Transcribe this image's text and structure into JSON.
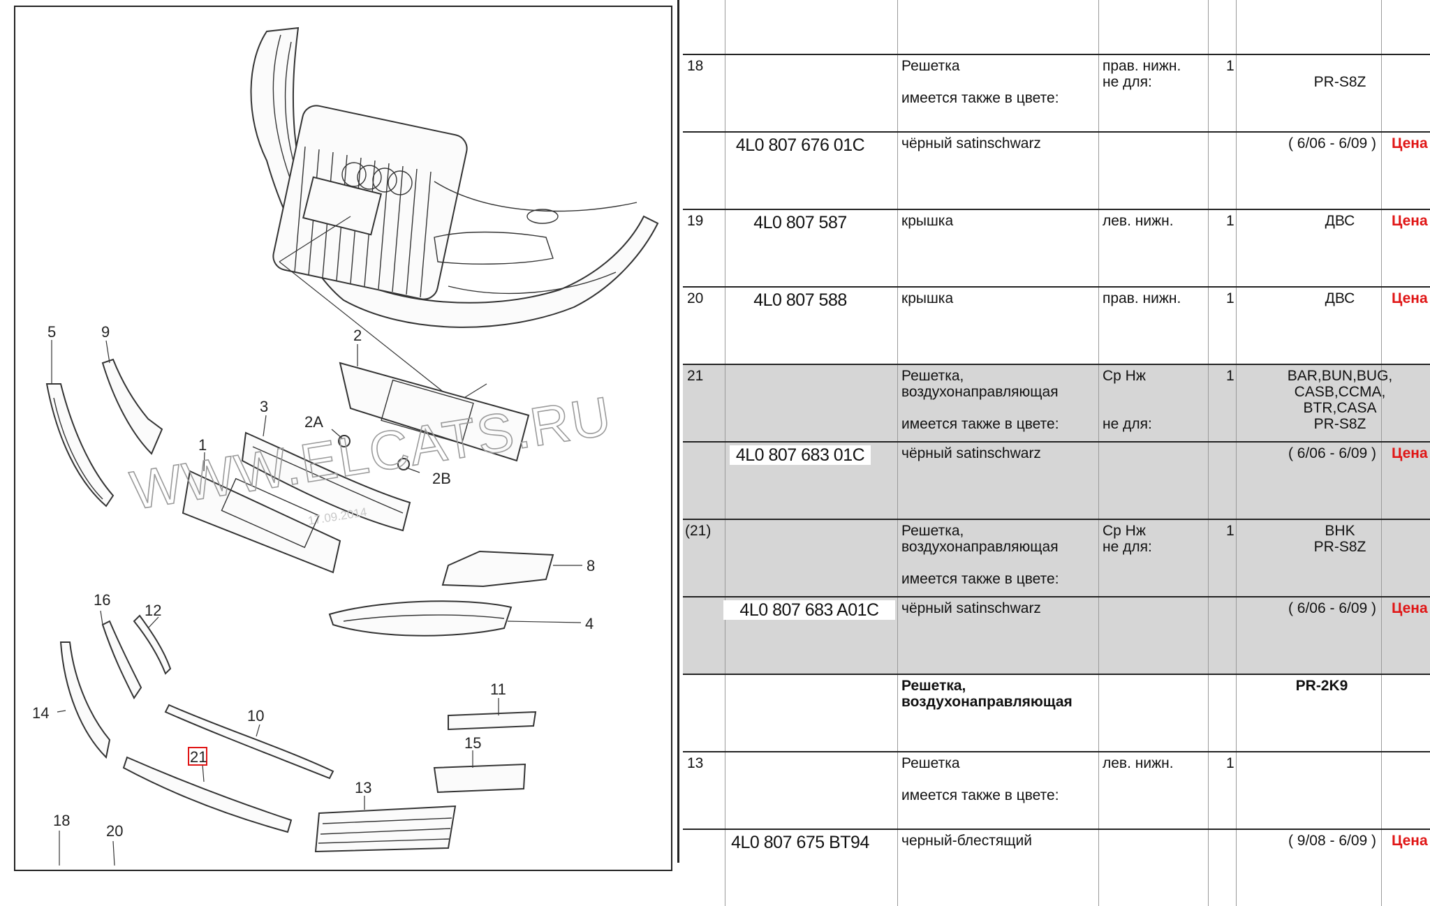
{
  "diagram": {
    "watermark": "WWW.ELCATS.RU",
    "watermark_date": "17.09.2014",
    "highlighted_callout": "21",
    "callouts": {
      "c1": "1",
      "c2": "2",
      "c2a": "2A",
      "c2b": "2B",
      "c3": "3",
      "c4": "4",
      "c5": "5",
      "c8": "8",
      "c9": "9",
      "c10": "10",
      "c11": "11",
      "c12": "12",
      "c13": "13",
      "c14": "14",
      "c15": "15",
      "c16": "16",
      "c18": "18",
      "c20": "20",
      "c21": "21"
    }
  },
  "colors": {
    "price_link": "#e01515",
    "shaded_row": "#d6d6d6",
    "border": "#222222"
  },
  "table": {
    "rows": [
      {
        "pos": "",
        "part_number": "",
        "desc": "",
        "note": "",
        "qty": "",
        "code": "",
        "date": "",
        "price": ""
      },
      {
        "pos": "18",
        "part_number": "",
        "desc": "Решетка\n\nимеется также в цвете:",
        "note": "прав. нижн.\nне для:",
        "qty": "1",
        "code": "\nPR-S8Z",
        "date": "",
        "price": ""
      },
      {
        "pos": "",
        "part_number": "4L0 807 676 01C",
        "desc": "чёрный satinschwarz",
        "note": "",
        "qty": "",
        "code": "",
        "date": "( 6/06 - 6/09 )",
        "price": "Цена"
      },
      {
        "pos": "19",
        "part_number": "4L0 807 587",
        "desc": "крышка",
        "note": "лев. нижн.",
        "qty": "1",
        "code": "ДВС",
        "date": "",
        "price": "Цена"
      },
      {
        "pos": "20",
        "part_number": "4L0 807 588",
        "desc": "крышка",
        "note": "прав. нижн.",
        "qty": "1",
        "code": "ДВС",
        "date": "",
        "price": "Цена"
      },
      {
        "pos": "21",
        "part_number": "",
        "desc": "Решетка,\nвоздухонаправляющая\n\nимеется также в цвете:",
        "note": "Ср Нж\n\n\nне для:",
        "qty": "1",
        "code": "BAR,BUN,BUG,\nCASB,CCMA,\nBTR,CASA\nPR-S8Z",
        "date": "",
        "price": ""
      },
      {
        "pos": "",
        "part_number": "4L0 807 683 01C",
        "desc": "чёрный satinschwarz",
        "note": "",
        "qty": "",
        "code": "",
        "date": "( 6/06 - 6/09 )",
        "price": "Цена"
      },
      {
        "pos": "(21)",
        "part_number": "",
        "desc": "Решетка,\nвоздухонаправляющая\n\nимеется также в цвете:",
        "note": "Ср Нж\nне для:",
        "qty": "1",
        "code": "BHK\nPR-S8Z",
        "date": "",
        "price": ""
      },
      {
        "pos": "",
        "part_number": "4L0 807 683 A01C",
        "desc": "чёрный satinschwarz",
        "note": "",
        "qty": "",
        "code": "",
        "date": "( 6/06 - 6/09 )",
        "price": "Цена"
      },
      {
        "pos": "",
        "part_number": "",
        "desc": "Решетка,\nвоздухонаправляющая",
        "note": "",
        "qty": "",
        "code": "PR-2K9",
        "date": "",
        "price": ""
      },
      {
        "pos": "13",
        "part_number": "",
        "desc": "Решетка\n\nимеется также в цвете:",
        "note": "лев. нижн.",
        "qty": "1",
        "code": "",
        "date": "",
        "price": ""
      },
      {
        "pos": "",
        "part_number": "4L0 807 675 BT94",
        "desc": "черный-блестящий",
        "note": "",
        "qty": "",
        "code": "",
        "date": "( 9/08 - 6/09 )",
        "price": "Цена"
      }
    ]
  }
}
